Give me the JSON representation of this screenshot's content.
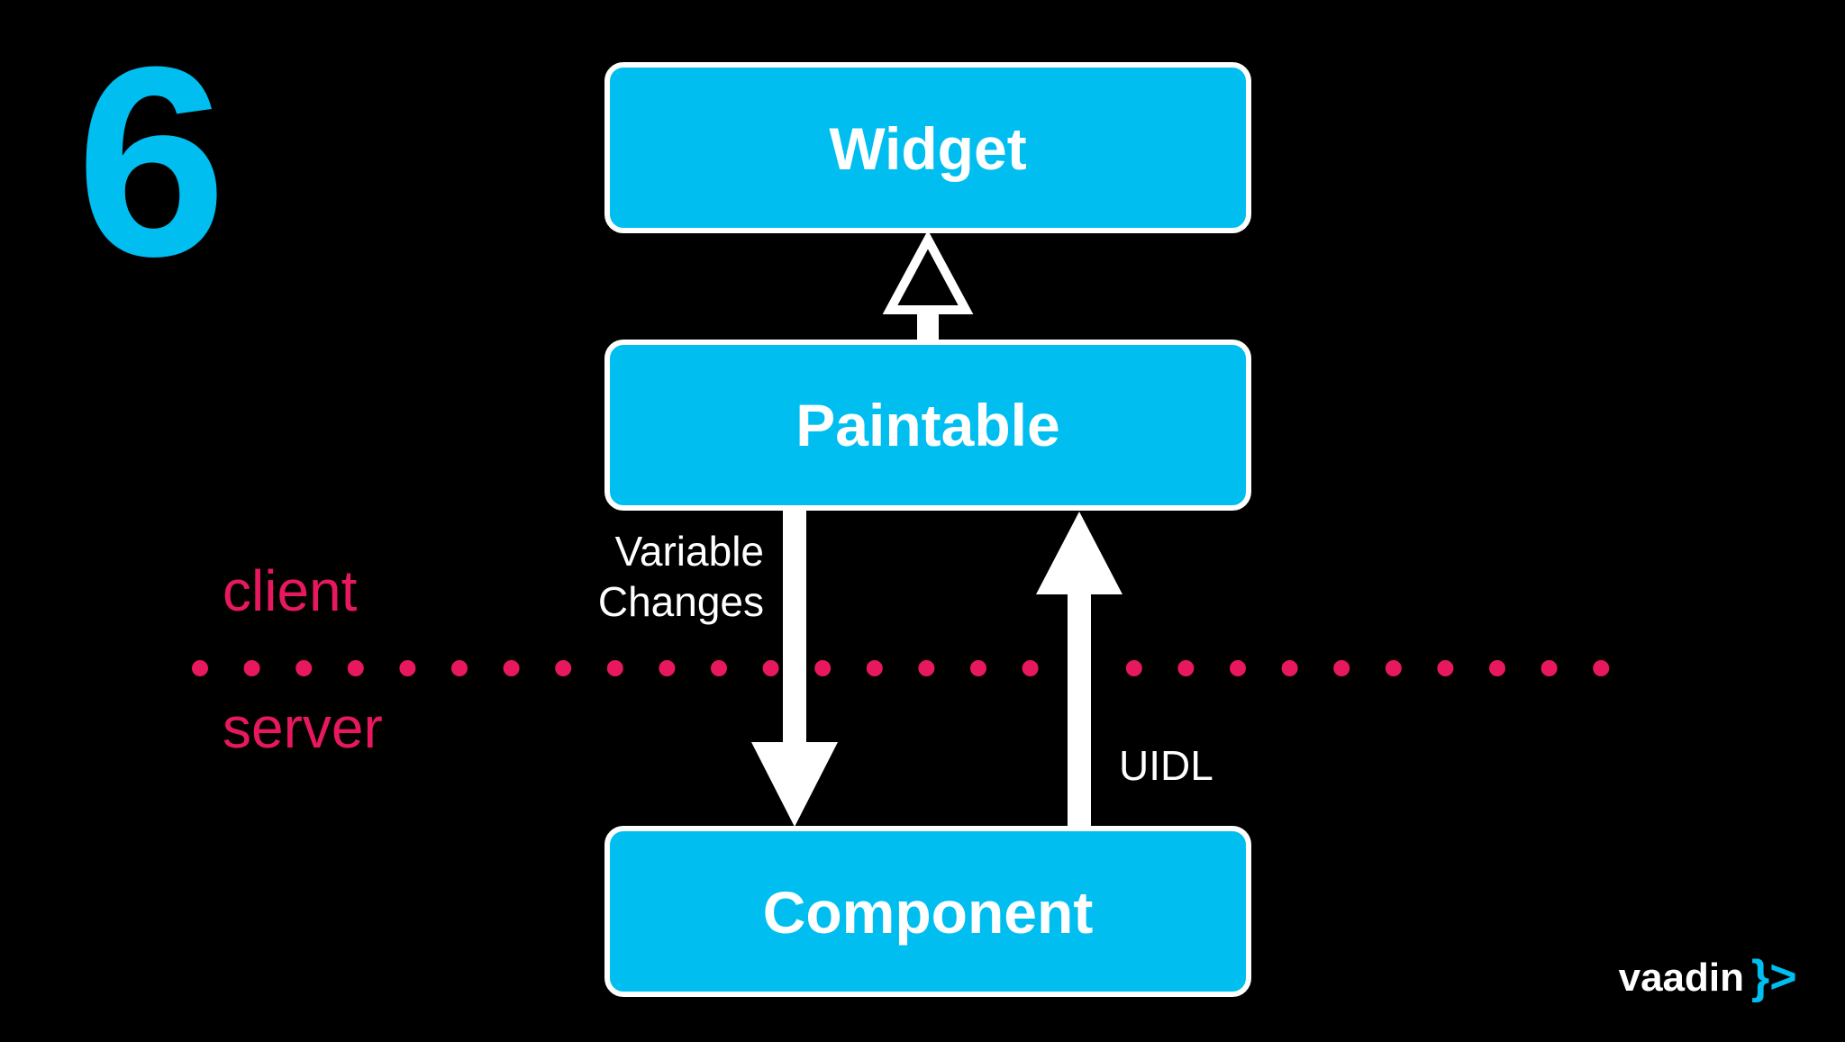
{
  "slide": {
    "number": "6",
    "background": "#000000",
    "accent_color": "#00BFF0",
    "divider_color": "#E8185F"
  },
  "boxes": {
    "widget": "Widget",
    "paintable": "Paintable",
    "component": "Component"
  },
  "arrows": {
    "down_label_line1": "Variable",
    "down_label_line2": "Changes",
    "up_label": "UIDL"
  },
  "divider": {
    "above_label": "client",
    "below_label": "server"
  },
  "logo": {
    "text": "vaadin",
    "mark": "}>"
  }
}
